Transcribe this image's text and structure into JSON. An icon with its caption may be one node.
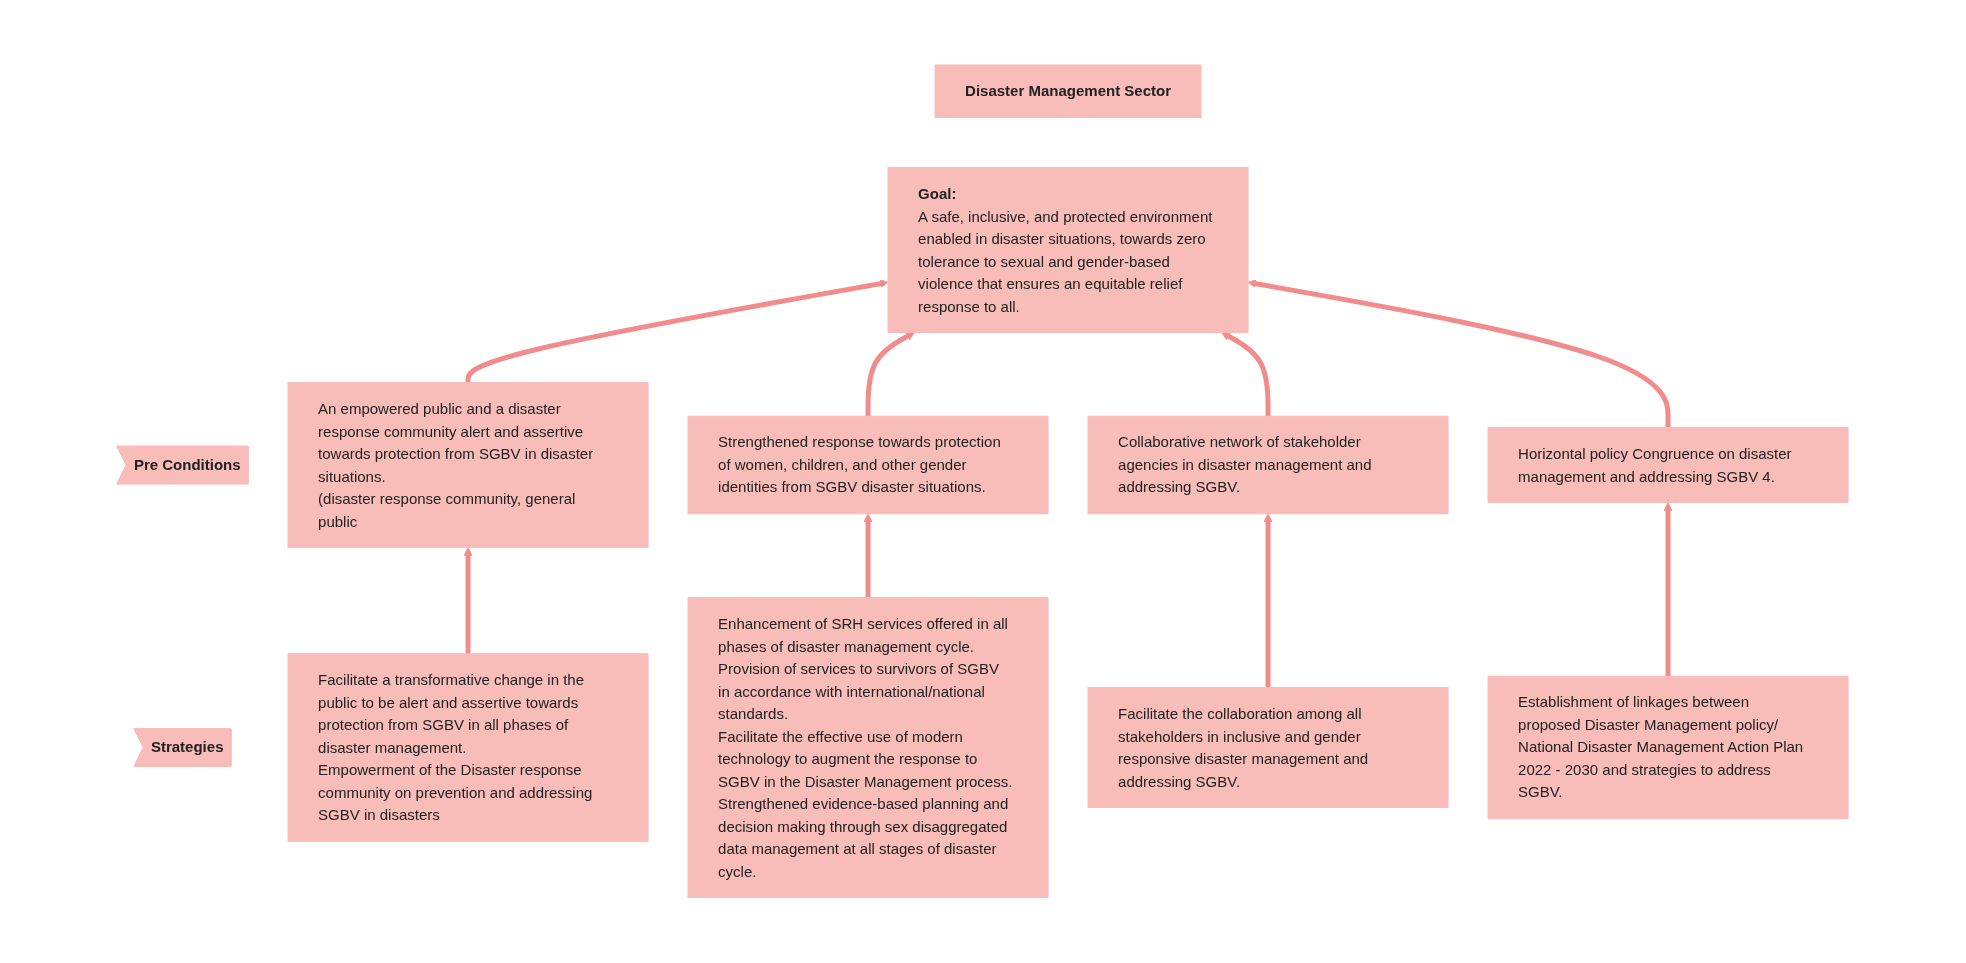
{
  "diagram": {
    "nodes": [
      {
        "text": [
          "Disaster Management Sector"
        ]
      },
      {
        "text": [
          "Goal:",
          "A safe, inclusive, and protected environment enabled in disaster situations, towards zero tolerance to sexual and gender-based violence that ensures an equitable relief response to all."
        ]
      },
      {
        "text": [
          "Pre Conditions"
        ]
      },
      {
        "text": [
          "An empowered public and a disaster response community alert and assertive towards protection from SGBV in disaster situations.",
          "(disaster response community, general public"
        ]
      },
      {
        "text": [
          "Strengthened response towards protection of women, children, and other gender identities from SGBV disaster situations."
        ]
      },
      {
        "text": [
          "Collaborative network of stakeholder agencies in disaster management and addressing SGBV."
        ]
      },
      {
        "text": [
          "Horizontal policy Congruence on disaster management and addressing SGBV 4."
        ]
      },
      {
        "text": [
          "Strategies"
        ]
      },
      {
        "text": [
          "Facilitate a transformative change in the public to be alert and assertive towards protection from SGBV in all phases of disaster management.",
          "Empowerment of the Disaster response community on prevention and addressing SGBV in disasters"
        ]
      },
      {
        "text": [
          "Enhancement of SRH services offered in all phases of disaster management cycle.",
          "Provision of services to survivors of SGBV in accordance with international/national standards.",
          "Facilitate the effective use of modern technology to augment the response to SGBV in the Disaster Management process.",
          "Strengthened evidence-based planning and decision making through sex disaggregated data management at all stages of disaster cycle."
        ]
      },
      {
        "text": [
          "Facilitate the collaboration among all stakeholders in inclusive and gender responsive disaster management and addressing SGBV."
        ]
      },
      {
        "text": [
          "Establishment of linkages between proposed Disaster Management policy/ National Disaster Management Action Plan 2022 - 2030 and strategies to address SGBV."
        ]
      }
    ],
    "edges": [
      {
        "from": 3,
        "to": 1,
        "arrow": "to"
      },
      {
        "from": 4,
        "to": 1,
        "arrow": "to"
      },
      {
        "from": 5,
        "to": 1,
        "arrow": "to"
      },
      {
        "from": 6,
        "to": 1,
        "arrow": "to"
      },
      {
        "from": 8,
        "to": 3,
        "arrow": "to"
      },
      {
        "from": 9,
        "to": 4,
        "arrow": "to"
      },
      {
        "from": 10,
        "to": 5,
        "arrow": "to"
      },
      {
        "from": 11,
        "to": 6,
        "arrow": "to"
      }
    ]
  }
}
